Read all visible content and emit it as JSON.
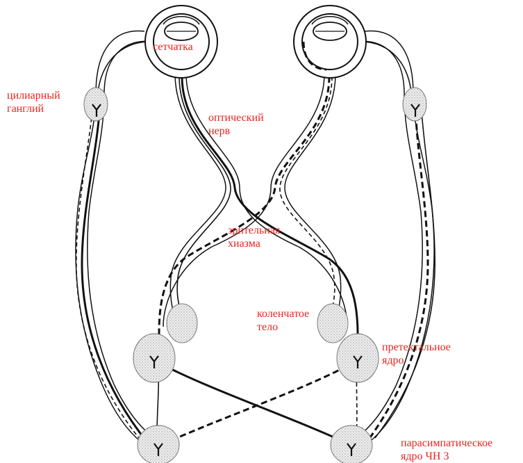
{
  "colors": {
    "label": "#e8231f",
    "line": "#111111",
    "nucleus_fill": "#d6d6d6"
  },
  "labels": {
    "retina": "сетчатка",
    "ciliary_ganglion": "цилиарный\nганглий",
    "optic_nerve": "оптический\nнерв",
    "optic_chiasm": "зрительная\nхиазма",
    "geniculate_body": "коленчатое\nтело",
    "pretectal_nucleus": "претектальное\nядро",
    "parasympathetic_nucleus": "парасимпатическое\nядро ЧН 3"
  }
}
